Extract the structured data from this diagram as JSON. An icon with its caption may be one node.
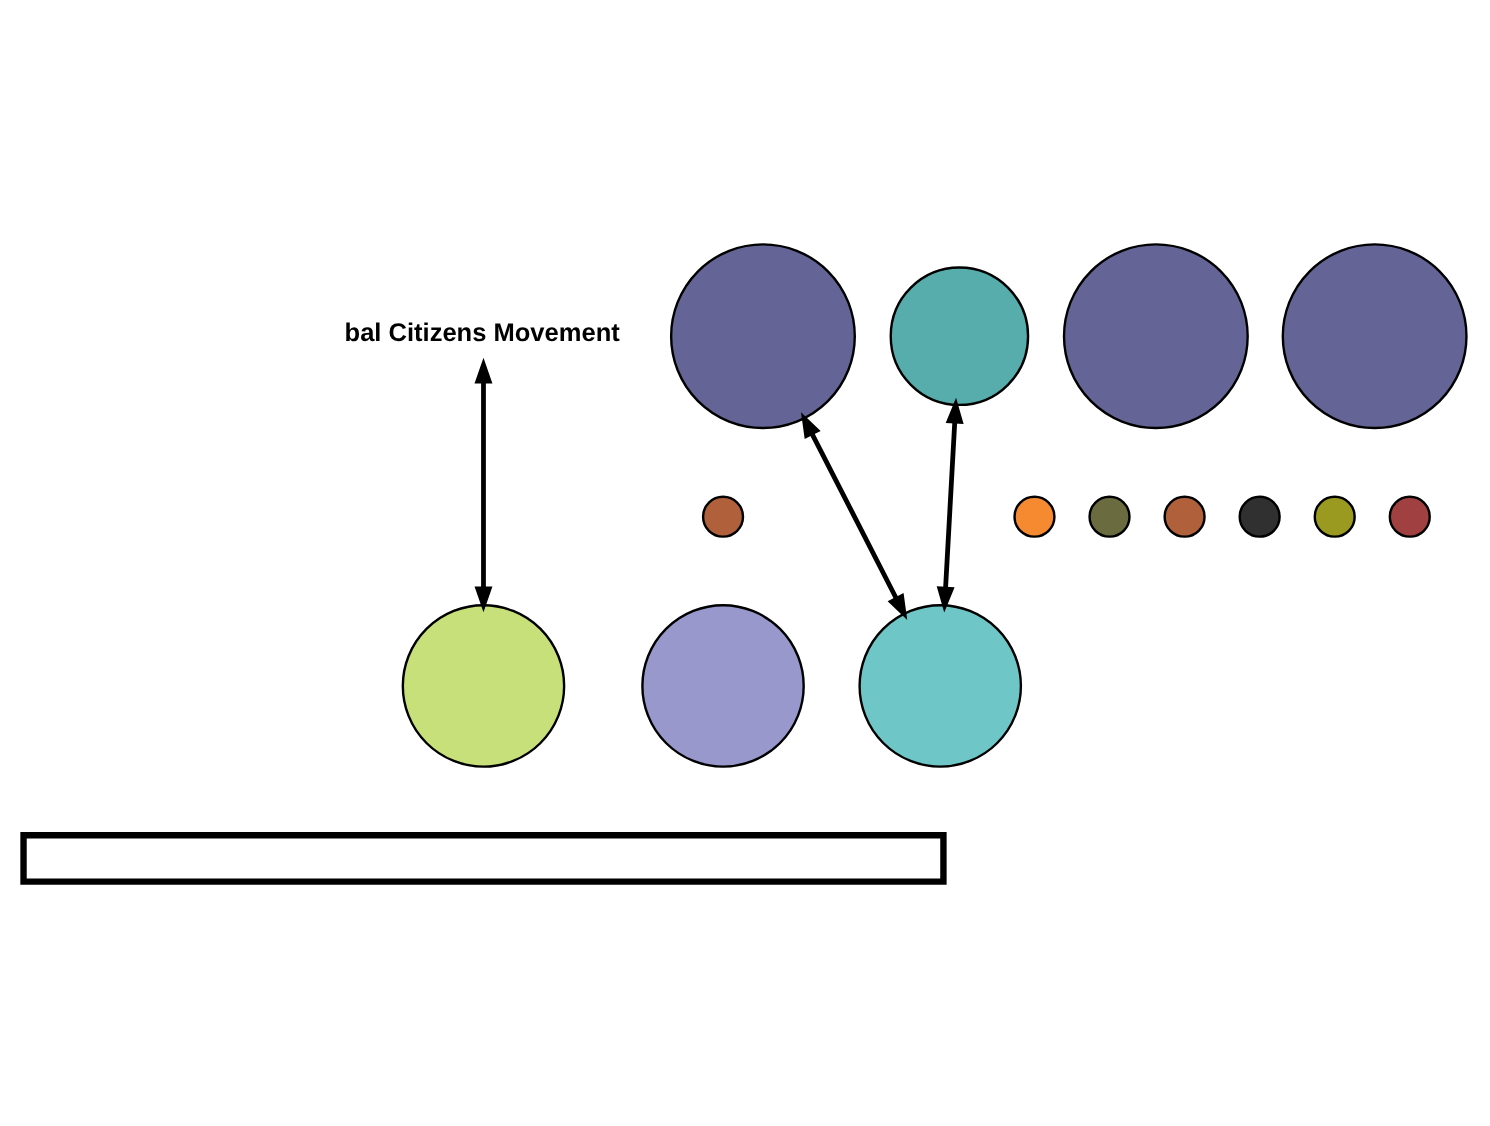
{
  "diagram": {
    "nodes": [
      {
        "text": [
          "bal Citizens Movement"
        ]
      },
      {
        "text": [],
        "shape": "circle"
      },
      {
        "text": [],
        "shape": "circle"
      },
      {
        "text": [],
        "shape": "circle"
      },
      {
        "text": [],
        "shape": "circle"
      },
      {
        "text": [],
        "shape": "circle"
      },
      {
        "text": [],
        "shape": "circle"
      },
      {
        "text": [],
        "shape": "circle"
      },
      {
        "text": [],
        "shape": "circle"
      },
      {
        "text": [],
        "shape": "circle"
      },
      {
        "text": [],
        "shape": "circle"
      },
      {
        "text": [],
        "shape": "circle"
      },
      {
        "text": [],
        "shape": "circle"
      },
      {
        "text": [],
        "shape": "circle"
      },
      {
        "text": [],
        "shape": "circle"
      },
      {
        "text": [],
        "shape": "box"
      }
    ],
    "edges": [
      {
        "from": 0,
        "to": 13,
        "arrow": "both"
      },
      {
        "from": 10,
        "to": 14,
        "arrow": "both"
      },
      {
        "from": 11,
        "to": 14,
        "arrow": "both"
      }
    ]
  }
}
